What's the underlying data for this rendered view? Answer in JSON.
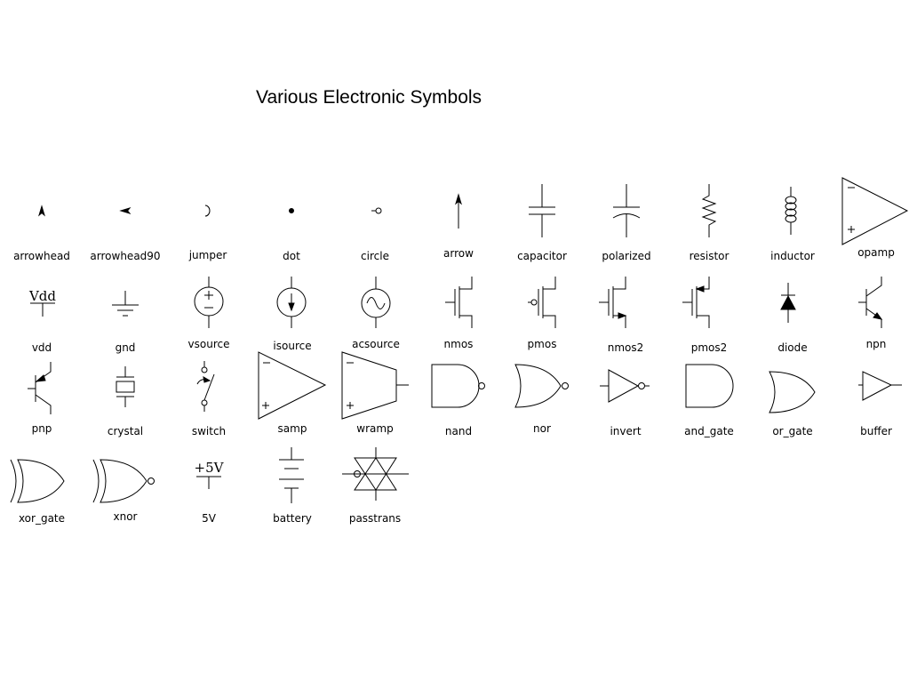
{
  "title": "Various Electronic Symbols",
  "labels": {
    "arrowhead": "arrowhead",
    "arrowhead90": "arrowhead90",
    "jumper": "jumper",
    "dot": "dot",
    "circle": "circle",
    "arrow": "arrow",
    "capacitor": "capacitor",
    "polarized": "polarized",
    "resistor": "resistor",
    "inductor": "inductor",
    "opamp": "opamp",
    "vdd": "vdd",
    "gnd": "gnd",
    "vsource": "vsource",
    "isource": "isource",
    "acsource": "acsource",
    "nmos": "nmos",
    "pmos": "pmos",
    "nmos2": "nmos2",
    "pmos2": "pmos2",
    "diode": "diode",
    "npn": "npn",
    "pnp": "pnp",
    "crystal": "crystal",
    "switch": "switch",
    "samp": "samp",
    "wramp": "wramp",
    "nand": "nand",
    "nor": "nor",
    "invert": "invert",
    "and_gate": "and_gate",
    "or_gate": "or_gate",
    "buffer": "buffer",
    "xor_gate": "xor_gate",
    "xnor": "xnor",
    "5V": "5V",
    "battery": "battery",
    "passtrans": "passtrans"
  },
  "symbol_text": {
    "vdd": "Vdd",
    "plus5v": "+5V",
    "plus": "+",
    "minus": "−"
  }
}
